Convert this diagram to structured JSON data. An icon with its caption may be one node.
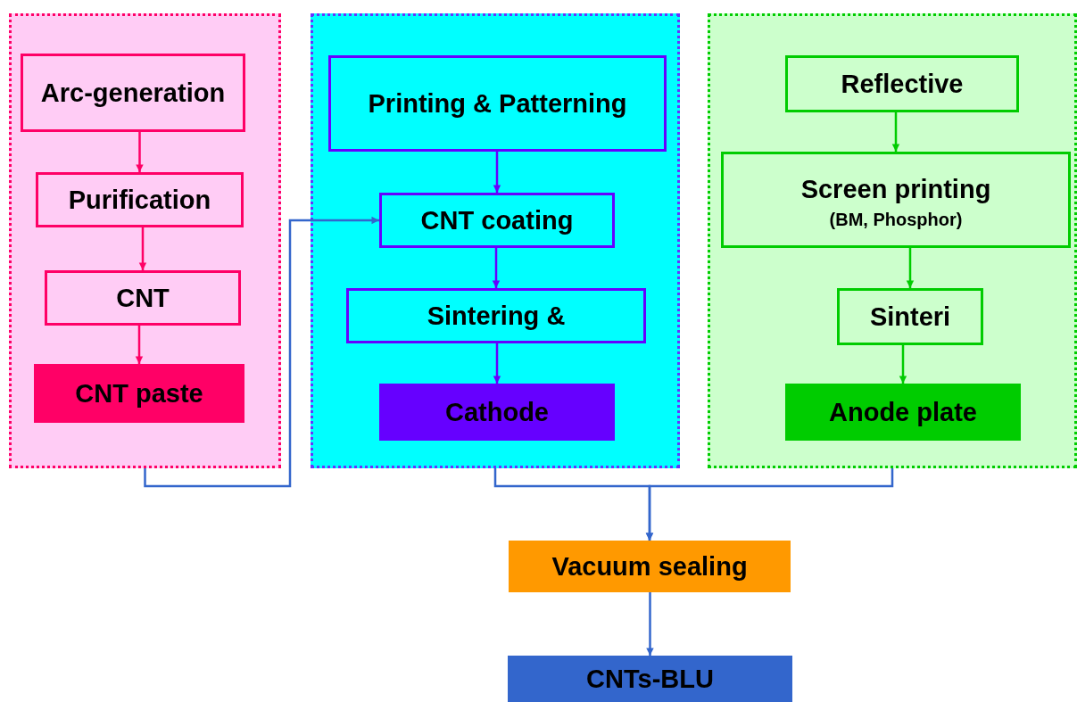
{
  "diagram": {
    "nodes": [
      {
        "text": [],
        "shape": "box"
      },
      {
        "text": [
          "Arc-generation"
        ],
        "in": 0
      },
      {
        "text": [
          "Purification"
        ],
        "in": 0
      },
      {
        "text": [
          "CNT"
        ],
        "in": 0
      },
      {
        "text": [
          "CNT paste"
        ],
        "in": 0
      },
      {
        "text": [],
        "shape": "box"
      },
      {
        "text": [
          "Printing & Patterning"
        ],
        "in": 5
      },
      {
        "text": [
          "CNT coating"
        ],
        "in": 5
      },
      {
        "text": [
          "Sintering &"
        ],
        "in": 5
      },
      {
        "text": [
          "Cathode"
        ],
        "in": 5
      },
      {
        "text": [],
        "shape": "box"
      },
      {
        "text": [
          "Reflective"
        ],
        "in": 10
      },
      {
        "text": [
          "Screen printing",
          "(BM, Phosphor)"
        ],
        "in": 10
      },
      {
        "text": [
          "Sinteri"
        ],
        "in": 10
      },
      {
        "text": [
          "Anode plate"
        ],
        "in": 10
      },
      {
        "text": [
          "Vacuum sealing"
        ]
      },
      {
        "text": [
          "CNTs-BLU"
        ]
      }
    ],
    "edges": [
      {
        "from": 1,
        "to": 2,
        "arrow": "to",
        "color": "#ff0066"
      },
      {
        "from": 2,
        "to": 3,
        "arrow": "to",
        "color": "#ff0066"
      },
      {
        "from": 3,
        "to": 4,
        "arrow": "to",
        "color": "#ff0066"
      },
      {
        "from": 6,
        "to": 7,
        "arrow": "to",
        "color": "#6600ff"
      },
      {
        "from": 7,
        "to": 8,
        "arrow": "to",
        "color": "#6600ff"
      },
      {
        "from": 8,
        "to": 9,
        "arrow": "to",
        "color": "#6600ff"
      },
      {
        "from": 11,
        "to": 12,
        "arrow": "to",
        "color": "#00cc00"
      },
      {
        "from": 12,
        "to": 13,
        "arrow": "to",
        "color": "#00cc00"
      },
      {
        "from": 13,
        "to": 14,
        "arrow": "to",
        "color": "#00cc00"
      },
      {
        "from": 0,
        "to": 7,
        "arrow": "to",
        "color": "#3366cc"
      },
      {
        "from": 5,
        "to": 15,
        "arrow": "to",
        "color": "#3366cc"
      },
      {
        "from": 10,
        "to": 15,
        "arrow": "to",
        "color": "#3366cc"
      },
      {
        "from": 15,
        "to": 16,
        "arrow": "to",
        "color": "#3366cc"
      }
    ]
  }
}
